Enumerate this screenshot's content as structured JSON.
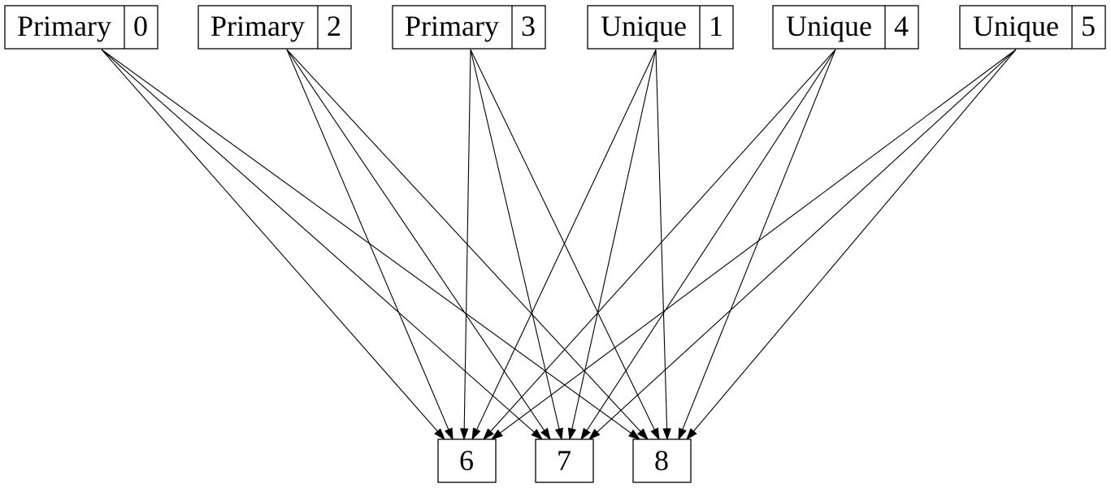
{
  "diagram": {
    "sources": [
      {
        "id": "0",
        "type_label": "Primary",
        "id_label": "0"
      },
      {
        "id": "2",
        "type_label": "Primary",
        "id_label": "2"
      },
      {
        "id": "3",
        "type_label": "Primary",
        "id_label": "3"
      },
      {
        "id": "1",
        "type_label": "Unique",
        "id_label": "1"
      },
      {
        "id": "4",
        "type_label": "Unique",
        "id_label": "4"
      },
      {
        "id": "5",
        "type_label": "Unique",
        "id_label": "5"
      }
    ],
    "targets": [
      {
        "id": "6",
        "label": "6"
      },
      {
        "id": "7",
        "label": "7"
      },
      {
        "id": "8",
        "label": "8"
      }
    ],
    "edges": [
      {
        "from": "0",
        "to": "6"
      },
      {
        "from": "0",
        "to": "7"
      },
      {
        "from": "0",
        "to": "8"
      },
      {
        "from": "2",
        "to": "6"
      },
      {
        "from": "2",
        "to": "7"
      },
      {
        "from": "2",
        "to": "8"
      },
      {
        "from": "3",
        "to": "6"
      },
      {
        "from": "3",
        "to": "7"
      },
      {
        "from": "3",
        "to": "8"
      },
      {
        "from": "1",
        "to": "6"
      },
      {
        "from": "1",
        "to": "7"
      },
      {
        "from": "1",
        "to": "8"
      },
      {
        "from": "4",
        "to": "6"
      },
      {
        "from": "4",
        "to": "7"
      },
      {
        "from": "4",
        "to": "8"
      },
      {
        "from": "5",
        "to": "6"
      },
      {
        "from": "5",
        "to": "7"
      },
      {
        "from": "5",
        "to": "8"
      }
    ],
    "colors": {
      "stroke": "#000000",
      "background": "#ffffff"
    }
  }
}
